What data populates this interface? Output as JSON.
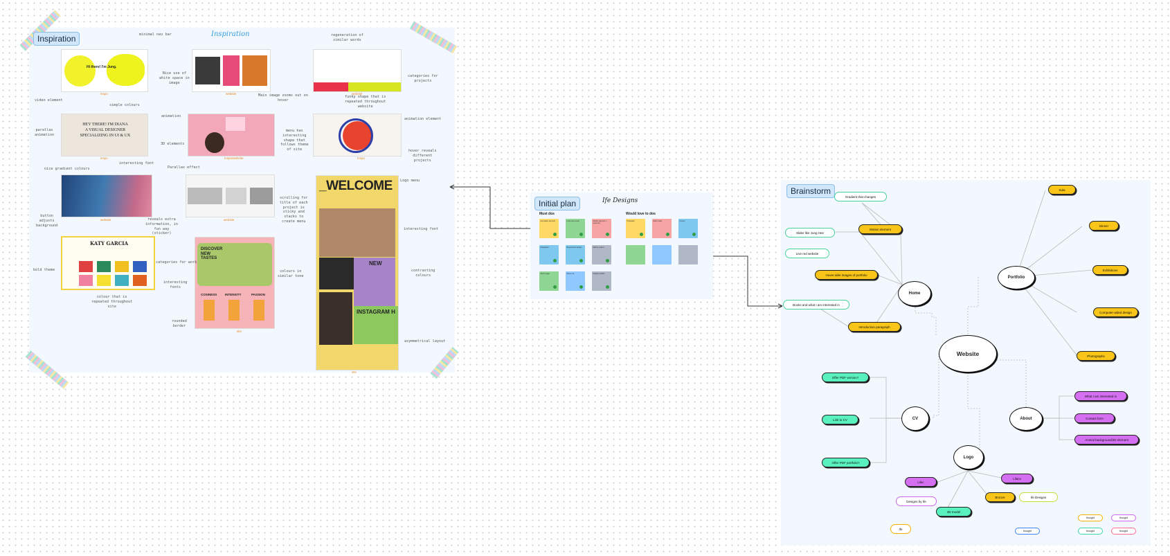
{
  "inspiration": {
    "title": "Inspiration",
    "heading": "Inspiration",
    "shot_texts": {
      "s1_hello": "Hi there! I'm Jung.",
      "s4_headline": "HEY THERE! I'M DIANA\nA VISUAL DESIGNER\nSPECIALIZING IN UI & UX",
      "s9_name": "KATY GARCIA",
      "s10_discover": "DISCOVER\nNEW\nTASTES",
      "s10_c1": "COSINESS",
      "s10_c2": "INTENSITY",
      "s10_c3": "PASSION",
      "s11_welcome": "_WELCOME",
      "s11_new": "NEW",
      "s11_insta": "INSTAGRAM H"
    },
    "captions": [
      "inspo",
      "website",
      "website",
      "inspo",
      "Inspo/website",
      "Inspo",
      "website",
      "website",
      "site",
      "site"
    ],
    "annotations": {
      "minimal_nav": "minimal nav bar",
      "video_element": "video element",
      "white_space": "Nice use of\nwhite space in\nimage",
      "main_image": "Main image zooms out on\nhover",
      "regeneration": "regeneration of\nsimilar words",
      "categories_projects": "categories for\nprojects",
      "simple_colours": "simple colours",
      "parallax": "parallax\nanimation",
      "interesting_font1": "interesting font",
      "animation": "animation",
      "elements_3d": "3D elements",
      "menu_shape": "menu has\ninteresting\nshape that\nfollows theme\nof site",
      "funky_shape": "funky shape that is\nrepeated throughout\nwebsite",
      "animation_element": "animation element",
      "hover_reveals": "hover reveals\ndifferent\nprojects",
      "nice_gradient": "nice gradient colours",
      "button_adjusts": "button\nadjusts\nbackground",
      "parallax_effect": "Parallax effect",
      "reveals_extra": "reveals extra\ninformation, in\nfun way\n(sticker)",
      "scrolling_title": "scrolling for\ntitle of each\nproject is\nsticky and\nstacks to\ncreate menu",
      "logo_menu": "Logo menu",
      "interesting_font2": "interesting font",
      "bold_theme": "bold theme",
      "categories_work": "categories for work",
      "interesting_fonts": "interesting\nfonts",
      "colour_repeated": "colour that is\nrepeated throughout\nsite",
      "rounded_border": "rounded\nborder",
      "colours_similar": "colours in\nsimilar tone",
      "contrasting": "contrasting\ncolours",
      "asymmetrical": "asymmetrical layout"
    }
  },
  "initial_plan": {
    "title": "Initial plan",
    "heading": "Ife Designs",
    "must_dos_label": "Must dos",
    "would_love_label": "Would love to dos",
    "must_dos": [
      {
        "color": "#ffd966",
        "text": "Animation element"
      },
      {
        "color": "#8fd694",
        "text": "Links and email"
      },
      {
        "color": "#f5a3a3",
        "text": "Motion element + personal"
      },
      {
        "color": "#7ec8f0",
        "text": "Navigation"
      },
      {
        "color": "#7ec8f0",
        "text": "Responsive design"
      },
      {
        "color": "#b0b8c8",
        "text": "Mainly project"
      },
      {
        "color": "#8fd694",
        "text": "About page"
      },
      {
        "color": "#8fc9ff",
        "text": "About me"
      },
      {
        "color": "#b0b8c8",
        "text": "Digital portfolio"
      }
    ],
    "would_love": [
      {
        "color": "#ffd966",
        "text": "Preloader"
      },
      {
        "color": "#f5a3a3",
        "text": "Dark mode"
      },
      {
        "color": "#7ec8f0",
        "text": "Cursor"
      },
      {
        "color": "#8fd694",
        "text": ""
      },
      {
        "color": "#8fc9ff",
        "text": ""
      },
      {
        "color": "#b0b8c8",
        "text": ""
      }
    ]
  },
  "brainstorm": {
    "title": "Brainstorm",
    "center": "Website",
    "hubs": {
      "home": "Home",
      "portfolio": "Portfolio",
      "cv": "CV",
      "about": "About",
      "logo": "Logo"
    },
    "home_items": [
      "Motion element",
      "Hover-able images of portfolio",
      "Introduction paragraph"
    ],
    "home_outlines": [
      "Gradient that changes",
      "Slider like Jung Hee",
      "Live red website",
      "Books and what I am interested in"
    ],
    "portfolio_items": [
      "Sula",
      "Dinner",
      "Exhibitions",
      "Computer-aided design",
      "Photographs"
    ],
    "cv_items": [
      "Offer PDF version?",
      "Link to CV",
      "Offer PDF portfolio?"
    ],
    "about_items": [
      "What I am interested in",
      "Contact form",
      "Animal background/3D element"
    ],
    "logo_items": [
      "Lilac",
      "Lilacs",
      "Bronze",
      "3D model"
    ],
    "logo_outlines": [
      "Ife Designs",
      "Designs by Ife",
      "Ife"
    ],
    "legend": [
      {
        "text": "thought",
        "color": "#f4b000"
      },
      {
        "text": "thought",
        "color": "#cc66ee"
      },
      {
        "text": "thought",
        "color": "#3f7fff"
      },
      {
        "text": "thought",
        "color": "#38d6a8"
      },
      {
        "text": "thought",
        "color": "#ff6b8a"
      }
    ]
  },
  "colors": {
    "yellow": "#f8c518",
    "purple": "#d46ff2",
    "teal": "#59f2bf",
    "green_outline": "#45d39a",
    "frame": "#f2f8fd"
  }
}
